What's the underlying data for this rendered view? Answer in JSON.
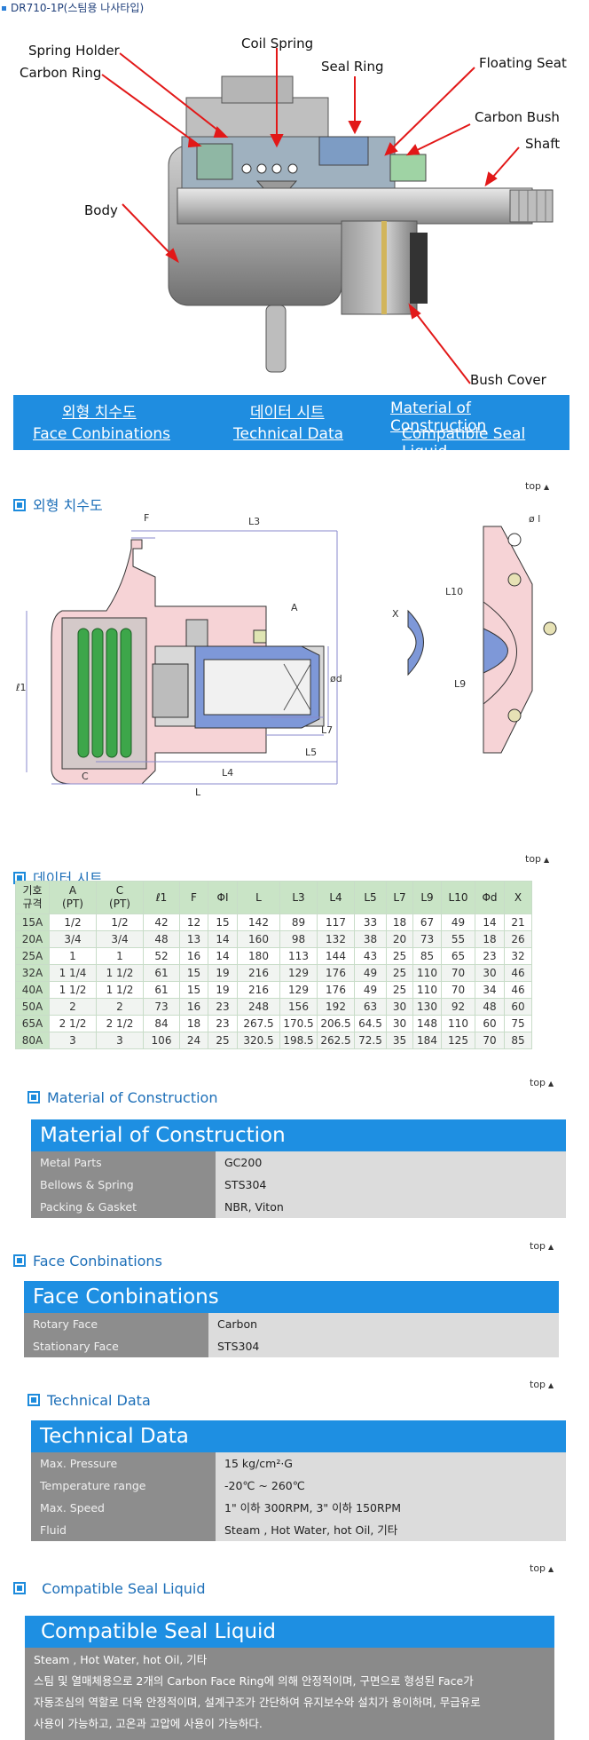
{
  "page": {
    "title": "DR710-1P(스팀용 나사타입)"
  },
  "diagram": {
    "labels": {
      "spring_holder": "Spring Holder",
      "carbon_ring": "Carbon Ring",
      "coil_spring": "Coil Spring",
      "seal_ring": "Seal Ring",
      "floating_seat": "Floating Seat",
      "carbon_bush": "Carbon Bush",
      "shaft": "Shaft",
      "body": "Body",
      "bush_cover": "Bush Cover"
    }
  },
  "nav": {
    "links": [
      "외형 치수도",
      "데이터 시트",
      "Material of Construction",
      "Face Conbinations",
      "Technical Data",
      "Compatible Seal Liquid"
    ]
  },
  "top_label": "top",
  "sections": {
    "dimensions": "외형 치수도",
    "datasheet": "데이터 시트",
    "material": "Material of Construction",
    "faces": "Face Conbinations",
    "technical": "Technical Data",
    "seal_liquid": "Compatible Seal Liquid"
  },
  "drawing_labels": {
    "F": "F",
    "L3": "L3",
    "phi_l": "ø l",
    "A": "A",
    "X": "X",
    "L10": "L10",
    "l1": "ℓ1",
    "phi_d": "ød",
    "L9": "L9",
    "L7": "L7",
    "L5": "L5",
    "C": "C",
    "L4": "L4",
    "L": "L"
  },
  "datasheet": {
    "headers": [
      [
        "기호",
        "규격"
      ],
      [
        "A",
        "(PT)"
      ],
      [
        "C",
        "(PT)"
      ],
      [
        "ℓ1"
      ],
      [
        "F"
      ],
      [
        "ΦI"
      ],
      [
        "L"
      ],
      [
        "L3"
      ],
      [
        "L4"
      ],
      [
        "L5"
      ],
      [
        "L7"
      ],
      [
        "L9"
      ],
      [
        "L10"
      ],
      [
        "Φd"
      ],
      [
        "X"
      ]
    ],
    "rows": [
      [
        "15A",
        "1/2",
        "1/2",
        "42",
        "12",
        "15",
        "142",
        "89",
        "117",
        "33",
        "18",
        "67",
        "49",
        "14",
        "21"
      ],
      [
        "20A",
        "3/4",
        "3/4",
        "48",
        "13",
        "14",
        "160",
        "98",
        "132",
        "38",
        "20",
        "73",
        "55",
        "18",
        "26"
      ],
      [
        "25A",
        "1",
        "1",
        "52",
        "16",
        "14",
        "180",
        "113",
        "144",
        "43",
        "25",
        "85",
        "65",
        "23",
        "32"
      ],
      [
        "32A",
        "1 1/4",
        "1 1/2",
        "61",
        "15",
        "19",
        "216",
        "129",
        "176",
        "49",
        "25",
        "110",
        "70",
        "30",
        "46"
      ],
      [
        "40A",
        "1 1/2",
        "1 1/2",
        "61",
        "15",
        "19",
        "216",
        "129",
        "176",
        "49",
        "25",
        "110",
        "70",
        "34",
        "46"
      ],
      [
        "50A",
        "2",
        "2",
        "73",
        "16",
        "23",
        "248",
        "156",
        "192",
        "63",
        "30",
        "130",
        "92",
        "48",
        "60"
      ],
      [
        "65A",
        "2 1/2",
        "2 1/2",
        "84",
        "18",
        "23",
        "267.5",
        "170.5",
        "206.5",
        "64.5",
        "30",
        "148",
        "110",
        "60",
        "75"
      ],
      [
        "80A",
        "3",
        "3",
        "106",
        "24",
        "25",
        "320.5",
        "198.5",
        "262.5",
        "72.5",
        "35",
        "184",
        "125",
        "70",
        "85"
      ]
    ]
  },
  "material": {
    "title": "Material of Construction",
    "rows": [
      {
        "key": "Metal Parts",
        "value": "GC200"
      },
      {
        "key": "Bellows & Spring",
        "value": "STS304"
      },
      {
        "key": "Packing & Gasket",
        "value": "NBR, Viton"
      }
    ]
  },
  "faces": {
    "title": "Face Conbinations",
    "rows": [
      {
        "key": "Rotary Face",
        "value": "Carbon"
      },
      {
        "key": "Stationary Face",
        "value": "STS304"
      }
    ]
  },
  "technical": {
    "title": "Technical Data",
    "rows": [
      {
        "key": "Max. Pressure",
        "value": "15 kg/cm²·G"
      },
      {
        "key": "Temperature range",
        "value": "-20℃ ~ 260℃"
      },
      {
        "key": "Max. Speed",
        "value": "1\" 이하 300RPM,  3\" 이하 150RPM"
      },
      {
        "key": "Fluid",
        "value": "Steam , Hot Water, hot Oil, 기타"
      }
    ]
  },
  "seal_liquid": {
    "title": "Compatible Seal Liquid",
    "lines": [
      "Steam , Hot Water, hot Oil, 기타",
      "스팀 및 열매체용으로 2개의 Carbon Face Ring에 의해 안정적이며, 구면으로 형성된 Face가",
      "자동조심의 역할로 더욱 안정적이며, 설계구조가 간단하여 유지보수와 설치가 용이하며, 무급유로",
      "사용이 가능하고, 고온과 고압에 사용이 가능하다."
    ]
  }
}
